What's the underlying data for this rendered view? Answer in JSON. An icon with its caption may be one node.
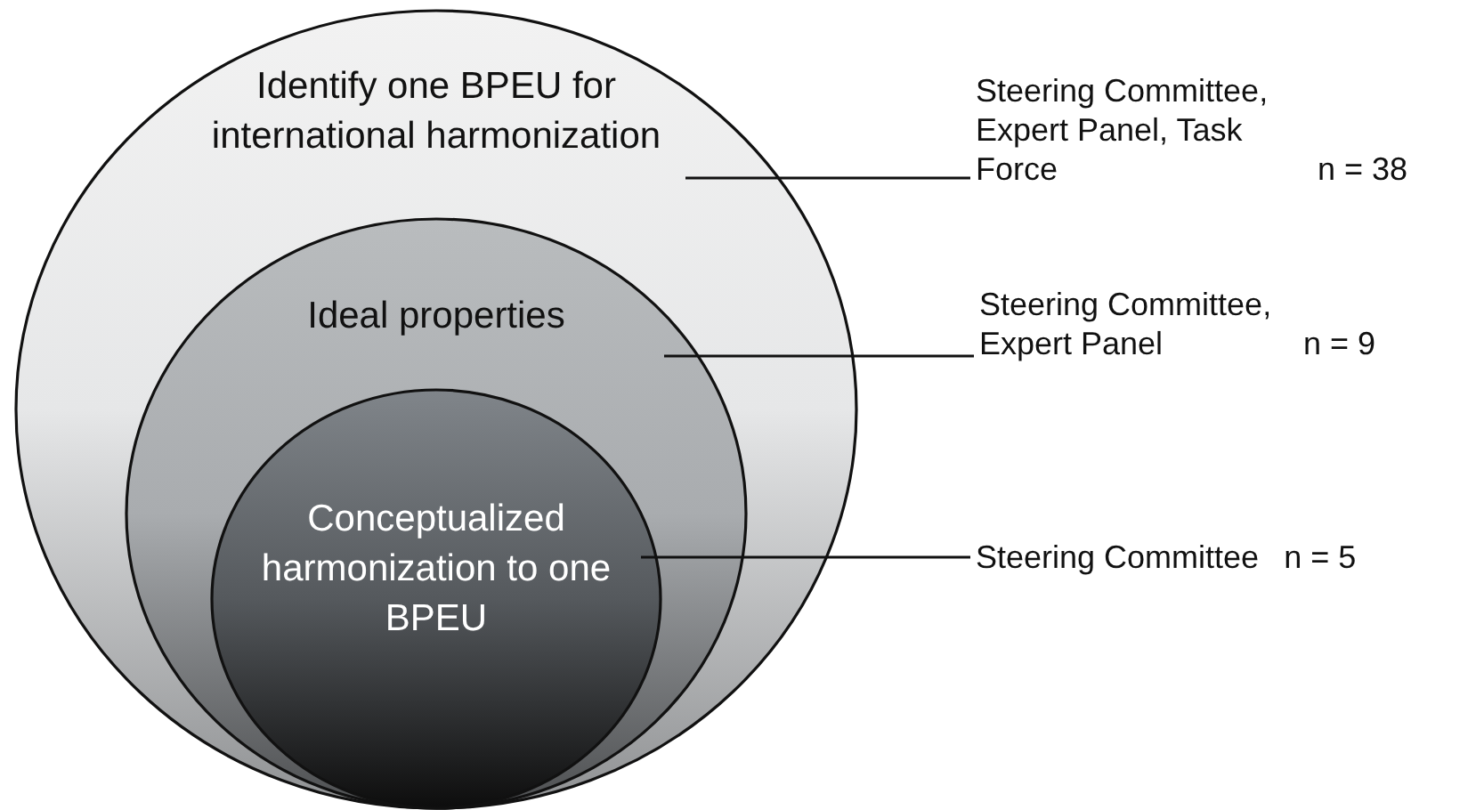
{
  "diagram": {
    "nodes": [
      {
        "text": [
          "Identify one BPEU for international harmonization"
        ]
      },
      {
        "text": [
          "Ideal properties"
        ],
        "in": 0
      },
      {
        "text": [
          "Conceptualized harmonization to one BPEU"
        ],
        "in": 1
      },
      {
        "text": [
          "Steering Committee, Expert Panel, Task Force",
          "n = 38"
        ]
      },
      {
        "text": [
          "Steering Committee, Expert Panel",
          "n = 9"
        ]
      },
      {
        "text": [
          "Steering Committee",
          "n = 5"
        ]
      }
    ],
    "edges": [
      {
        "from": 3,
        "to": 0,
        "arrow": "none"
      },
      {
        "from": 4,
        "to": 1,
        "arrow": "none"
      },
      {
        "from": 5,
        "to": 2,
        "arrow": "none"
      }
    ]
  }
}
